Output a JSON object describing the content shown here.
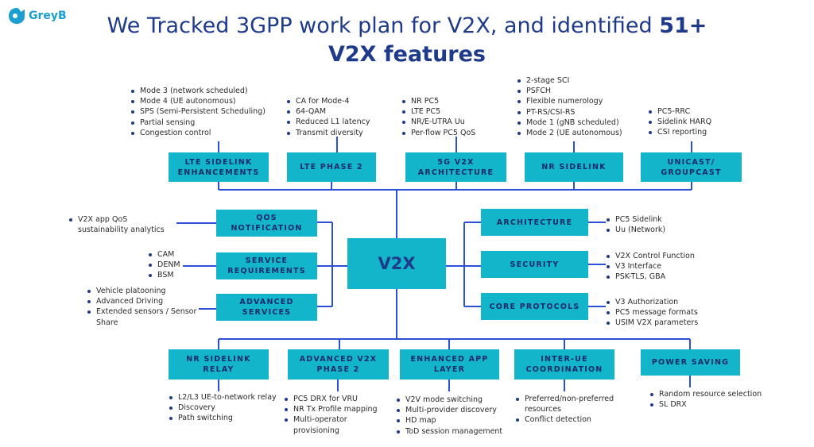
{
  "brand": {
    "name": "GreyB"
  },
  "title": {
    "line1": "We Tracked 3GPP work plan for V2X, and identified ",
    "line1_bold": "51+",
    "line2": "V2X features"
  },
  "center": "V2X",
  "top": [
    {
      "id": "lte-sidelink",
      "label": "LTE SIDELINK ENHANCEMENTS",
      "items": [
        "Mode 3 (network scheduled)",
        "Mode 4 (UE autonomous)",
        "SPS (Semi-Persistent Scheduling)",
        "Partial sensing",
        "Congestion control"
      ]
    },
    {
      "id": "lte-phase2",
      "label": "LTE PHASE 2",
      "items": [
        "CA for Mode-4",
        "64-QAM",
        "Reduced L1 latency",
        "Transmit diversity"
      ]
    },
    {
      "id": "5g-v2x",
      "label": "5G V2X ARCHITECTURE",
      "items": [
        "NR PC5",
        "LTE PC5",
        "NR/E-UTRA Uu",
        "Per-flow PC5 QoS"
      ]
    },
    {
      "id": "nr-sidelink",
      "label": "NR SIDELINK",
      "items": [
        "2-stage SCI",
        "PSFCH",
        "Flexible numerology",
        "PT-RS/CSI-RS",
        "Mode 1 (gNB scheduled)",
        "Mode 2 (UE autonomous)"
      ]
    },
    {
      "id": "unicast",
      "label": "UNICAST/ GROUPCAST",
      "items": [
        "PC5-RRC",
        "Sidelink HARQ",
        "CSI reporting"
      ]
    }
  ],
  "left": [
    {
      "id": "qos",
      "label": "QOS NOTIFICATION",
      "items": [
        "V2X app QoS sustainability analytics"
      ]
    },
    {
      "id": "service",
      "label": "SERVICE REQUIREMENTS",
      "items": [
        "CAM",
        "DENM",
        "BSM"
      ]
    },
    {
      "id": "advanced-services",
      "label": "ADVANCED SERVICES",
      "items": [
        "Vehicle platooning",
        "Advanced Driving",
        "Extended sensors / Sensor Share"
      ]
    }
  ],
  "right": [
    {
      "id": "architecture",
      "label": "ARCHITECTURE",
      "items": [
        "PC5 Sidelink",
        "Uu (Network)"
      ]
    },
    {
      "id": "security",
      "label": "SECURITY",
      "items": [
        "V2X Control Function",
        "V3 Interface",
        "PSK-TLS, GBA"
      ]
    },
    {
      "id": "core",
      "label": "CORE PROTOCOLS",
      "items": [
        "V3 Authorization",
        "PC5 message formats",
        "USIM V2X parameters"
      ]
    }
  ],
  "bottom": [
    {
      "id": "nr-relay",
      "label": "NR SIDELINK RELAY",
      "items": [
        "L2/L3 UE-to-network relay",
        "Discovery",
        "Path switching"
      ]
    },
    {
      "id": "adv-phase2",
      "label": "ADVANCED V2X PHASE 2",
      "items": [
        "PC5 DRX for VRU",
        "NR Tx Profile mapping",
        "Multi-operator provisioning"
      ]
    },
    {
      "id": "enhanced-app",
      "label": "ENHANCED APP LAYER",
      "items": [
        "V2V mode switching",
        "Multi-provider discovery",
        "HD map",
        "ToD session management"
      ]
    },
    {
      "id": "inter-ue",
      "label": "INTER-UE COORDINATION",
      "items": [
        "Preferred/non-preferred resources",
        "Conflict detection"
      ]
    },
    {
      "id": "power",
      "label": "POWER SAVING",
      "items": [
        "Random resource selection",
        "SL DRX"
      ]
    }
  ],
  "colors": {
    "accent": "#12b5c9",
    "line": "#2b4fd6",
    "title": "#1f3a8a",
    "brand": "#1a9fd0"
  }
}
